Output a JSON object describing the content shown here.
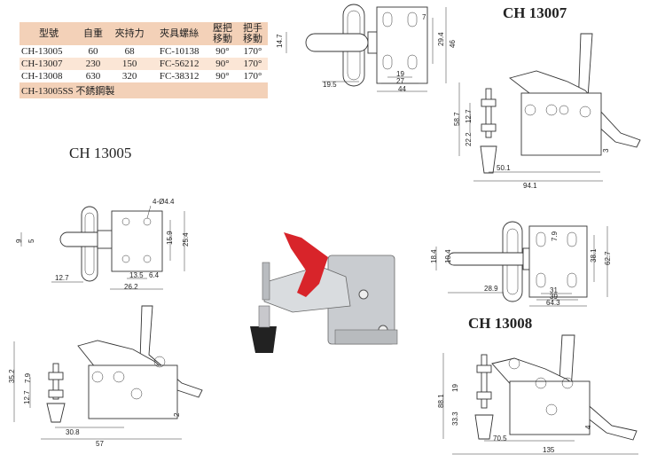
{
  "table": {
    "headers": [
      "型號",
      "自重",
      "夾持力",
      "夾具螺絲",
      "壓把\n移動",
      "把手\n移動"
    ],
    "rows": [
      [
        "CH-13005",
        "60",
        "68",
        "FC-10138",
        "90°",
        "170°"
      ],
      [
        "CH-13007",
        "230",
        "150",
        "FC-56212",
        "90°",
        "170°"
      ],
      [
        "CH-13008",
        "630",
        "320",
        "FC-38312",
        "90°",
        "170°"
      ]
    ],
    "note": "CH-13005SS 不銹鋼製"
  },
  "labels": {
    "ch13005": "CH 13005",
    "ch13007": "CH 13007",
    "ch13008": "CH 13008"
  },
  "dims": {
    "ch13005_top": {
      "hole": "4-Ø4.4",
      "h1": "9",
      "h2": "5",
      "w1": "13.5",
      "w2": "6.4",
      "w3": "26.2",
      "w4": "12.7",
      "v1": "15.9",
      "v2": "25.4"
    },
    "ch13005_side": {
      "h1": "35.2",
      "h2": "12.7",
      "h3": "7.9",
      "w1": "30.8",
      "w2": "57",
      "v1": "2"
    },
    "ch13007_top": {
      "h1": "14.7",
      "w1": "19.5",
      "v1": "29.4",
      "v2": "46",
      "w2": "19",
      "w3": "27",
      "w4": "44",
      "v3": "7"
    },
    "ch13007_side": {
      "h1": "58.7",
      "h2": "12.7",
      "h3": "22.2",
      "w1": "50.1",
      "w2": "94.1",
      "v1": "3"
    },
    "ch13008_top": {
      "h1": "18.4",
      "h2": "10.4",
      "w1": "28.9",
      "v1": "7.9",
      "v2": "38.1",
      "v3": "62.7",
      "w2": "31",
      "w3": "39",
      "w4": "64.3"
    },
    "ch13008_side": {
      "h1": "88.1",
      "h2": "19",
      "h3": "33.3",
      "w1": "70.5",
      "w2": "135",
      "v1": "4"
    }
  },
  "colors": {
    "table_header": "#f3d1b8",
    "table_alt": "#fbe6d6",
    "handle_red": "#d8242a"
  }
}
